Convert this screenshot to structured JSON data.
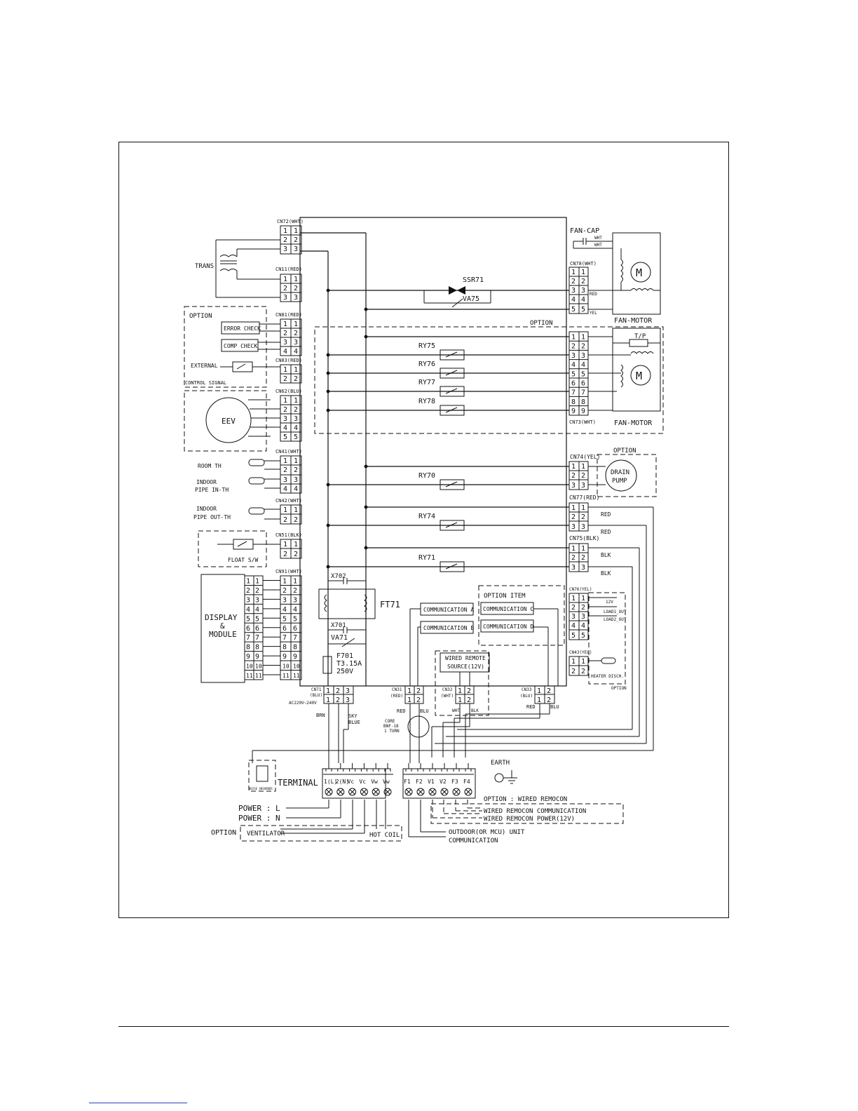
{
  "diagram": {
    "left_block": {
      "trans": "TRANS",
      "cn72": "CN72(WHT)",
      "cn11": "CN11(RED)",
      "option": "OPTION",
      "cn81": "CN81(RED)",
      "error_check": "ERROR CHECK",
      "comp_check": "COMP CHECK",
      "cn83": "CN83(RED)",
      "external": "EXTERNAL",
      "control_signal": "CONTROL SIGNAL",
      "cn62": "CN62(BLU)",
      "eev": "EEV",
      "cn41": "CN41(WHT)",
      "room_th": "ROOM TH",
      "indoor_in_1": "INDOOR",
      "indoor_in_2": "PIPE IN-TH",
      "cn42": "CN42(WHT)",
      "indoor_out_1": "INDOOR",
      "indoor_out_2": "PIPE OUT-TH",
      "cn51": "CN51(BLK)",
      "float_sw": "FLOAT S/W",
      "cn91": "CN91(WHT)",
      "display_1": "DISPLAY",
      "display_2": "&",
      "display_3": "MODULE"
    },
    "right_block": {
      "fan_cap": "FAN-CAP",
      "wht_1": "WHT",
      "wht_2": "WHT",
      "cn78": "CN78(WHT)",
      "ssr71": "SSR71",
      "va75": "VA75",
      "red": "RED",
      "yel": "YEL",
      "fan_motor_1": "FAN-MOTOR",
      "option": "OPTION",
      "tp": "T/P",
      "ry75": "RY75",
      "ry76": "RY76",
      "ry77": "RY77",
      "ry78": "RY78",
      "cn73": "CN73(WHT)",
      "fan_motor_2": "FAN-MOTOR",
      "cn74": "CN74(YEL)",
      "option_drain": "OPTION",
      "drain_1": "DRAIN",
      "drain_2": "PUMP",
      "ry70": "RY70",
      "cn77": "CN77(RED)",
      "red_1": "RED",
      "red_2": "RED",
      "ry74": "RY74",
      "cn75": "CN75(BLK)",
      "blk_1": "BLK",
      "blk_2": "BLK",
      "ry71": "RY71",
      "cn76": "CN76(YEL)",
      "v12": "12V",
      "load1": "LOAD1_OUT",
      "load2": "LOAD2_OUT",
      "cn43": "CN43(YEL)",
      "heater": "HEATER DISCH.",
      "option_bottom": "OPTION",
      "motor_symbol": "M"
    },
    "center": {
      "x702": "X702",
      "ft71": "FT71",
      "x701": "X701",
      "va71": "VA71",
      "f701_1": "F701",
      "f701_2": "T3.15A",
      "f701_3": "250V",
      "comm_a": "COMMUNICATION A",
      "comm_b": "COMMUNICATION B",
      "option_item": "OPTION ITEM",
      "comm_c": "COMMUNICATION C",
      "comm_d": "COMMUNICATION D",
      "wired_remote_1": "WIRED REMOTE",
      "wired_remote_2": "SOURCE(12V)"
    },
    "bottom": {
      "cn71_1": "CN71",
      "cn71_2": "(BLU)",
      "ac_range": "AC220V~240V",
      "brn": "BRN",
      "sky": "SKY",
      "blue": "BLUE",
      "cn31_1": "CN31",
      "cn31_2": "(RED)",
      "red": "RED",
      "blu": "BLU",
      "core_1": "CORE",
      "core_2": "BNF-18",
      "core_3": "1 TURN",
      "cn32_1": "CN32",
      "cn32_2": "(WHT)",
      "wht": "WHT",
      "blk": "BLK",
      "cn33_1": "CN33",
      "cn33_2": "(BLU)",
      "red_2": "RED",
      "blu_2": "BLU",
      "terminal": "TERMINAL",
      "noise": "NOISE ABSORBER",
      "t1": "1(L)",
      "t2": "2(N)",
      "t3": "Vc",
      "t4": "Vc",
      "t5": "Vw",
      "t6": "Vw",
      "f1": "F1",
      "f2": "F2",
      "v1": "V1",
      "v2": "V2",
      "f3": "F3",
      "f4": "F4",
      "earth": "EARTH",
      "power_l": "POWER : L",
      "power_n": "POWER : N",
      "option": "OPTION",
      "ventilator": "VENTILATOR",
      "hot_coil": "HOT COIL",
      "outdoor_1": "OUTDOOR(OR MCU) UNIT",
      "outdoor_2": "COMMUNICATION",
      "opt_remocon": "OPTION : WIRED REMOCON",
      "remocon_comm": "WIRED REMOCON COMMUNICATION",
      "remocon_power": "WIRED REMOCON POWER(12V)"
    }
  }
}
